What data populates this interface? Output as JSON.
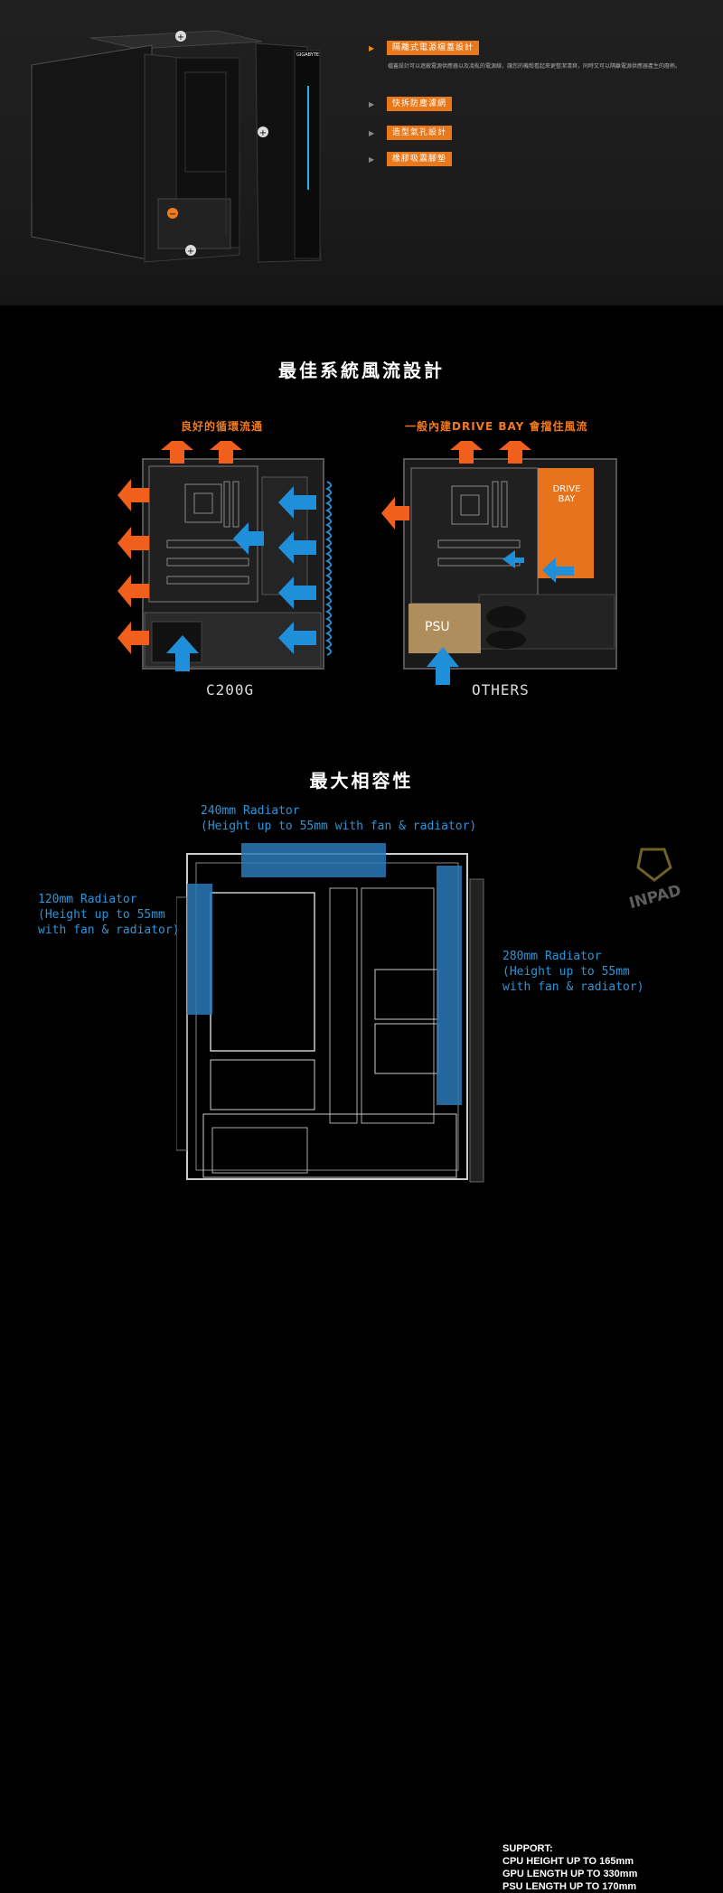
{
  "section1": {
    "features": [
      {
        "label": "隔離式電源檔蓋設計",
        "active": true
      },
      {
        "label": "快拆防塵濾網",
        "active": false
      },
      {
        "label": "造型氣孔設計",
        "active": false
      },
      {
        "label": "橡膠吸震腳墊",
        "active": false
      }
    ],
    "description": "檔蓋設計可以遮蔽電源供應器以及凌亂的電源線，讓您的機殼看起來更整潔清爽，同時又可以隔離電源供應器產生的廢熱。",
    "brand": "GIGABYTE"
  },
  "section2": {
    "title": "最佳系統風流設計",
    "left_subtitle": "良好的循環流通",
    "right_subtitle": "一般內建DRIVE BAY 會擋住風流",
    "left_label": "C200G",
    "right_label": "OTHERS",
    "drive_bay_label": "DRIVE\nBAY",
    "psu_label": "PSU",
    "colors": {
      "orange": "#f0601c",
      "blue": "#1e8fd8"
    }
  },
  "section3": {
    "title": "最大相容性",
    "radiator_240": "240mm Radiator\n(Height up to 55mm with fan & radiator)",
    "radiator_120": "120mm Radiator\n(Height up to 55mm\nwith fan & radiator)",
    "radiator_280": "280mm Radiator\n(Height up to 55mm\nwith fan & radiator)",
    "support": [
      "SUPPORT:",
      "CPU HEIGHT UP TO 165mm",
      "GPU LENGTH UP TO 330mm",
      "PSU LENGTH UP TO 170mm"
    ],
    "watermark": "INPAD"
  }
}
